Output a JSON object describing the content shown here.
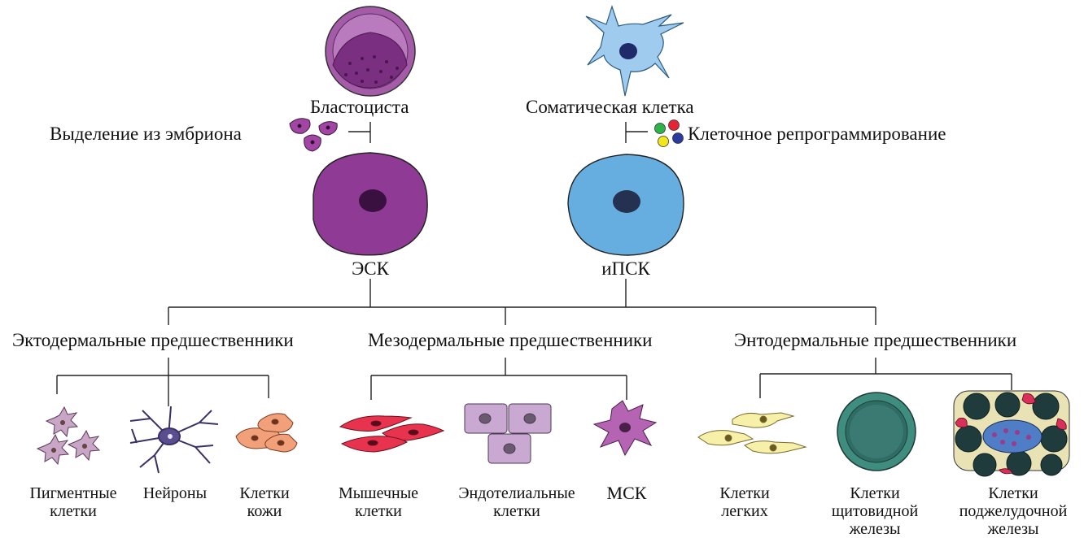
{
  "top": {
    "blastocyst": "Бластоциста",
    "somatic_cell": "Соматическая клетка",
    "isolation": "Выделение из эмбриона",
    "reprogramming": "Клеточное репрограммирование",
    "esc": "ЭСК",
    "ipsc": "иПСК"
  },
  "layers": {
    "ectoderm": "Эктодермальные предшественники",
    "mesoderm": "Мезодермальные предшественники",
    "endoderm": "Энтодермальные предшественники"
  },
  "cells": {
    "pigment_1": "Пигментные",
    "pigment_2": "клетки",
    "neurons": "Нейроны",
    "skin_1": "Клетки",
    "skin_2": "кожи",
    "muscle_1": "Мышечные",
    "muscle_2": "клетки",
    "endothelial_1": "Эндотелиальные",
    "endothelial_2": "клетки",
    "msc": "МСК",
    "lung_1": "Клетки",
    "lung_2": "легких",
    "thyroid_1": "Клетки",
    "thyroid_2": "щитовидной",
    "thyroid_3": "железы",
    "pancreas_1": "Клетки",
    "pancreas_2": "поджелудочной",
    "pancreas_3": "железы"
  },
  "colors": {
    "esc": "#8f3a94",
    "ipsc": "#67aee0",
    "somatic": "#9fcbef",
    "blastocyst": "#9a4b9e",
    "pigment": "#c9a6c6",
    "neuron": "#5a4e8f",
    "skin": "#f2a07a",
    "muscle": "#e8334e",
    "endothelial": "#c9a9d2",
    "msc": "#b564b3",
    "lung": "#f6f0a8",
    "thyroid": "#2f6c63",
    "pancreas_cell": "#4f7ec6",
    "pancreas_red": "#d9305a"
  }
}
